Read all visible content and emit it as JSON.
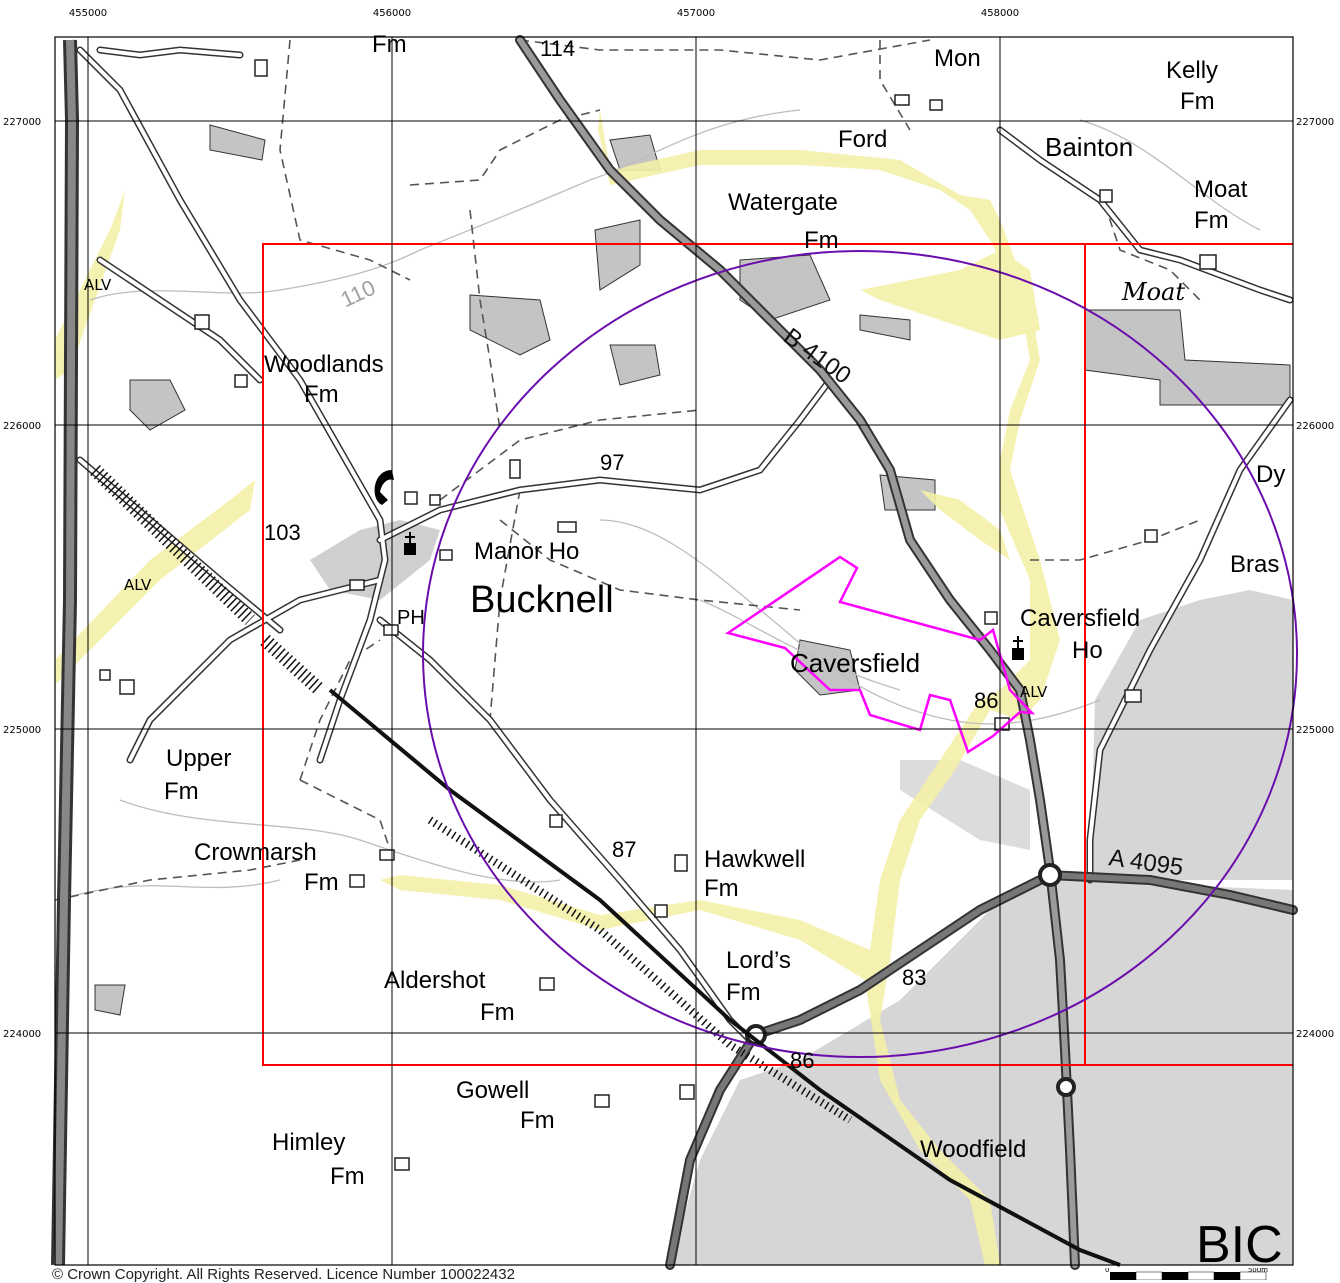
{
  "grid": {
    "eastings": [
      "455000",
      "456000",
      "457000",
      "458000"
    ],
    "northings": [
      "227000",
      "226000",
      "225000",
      "224000"
    ]
  },
  "places": {
    "bucknell": "Bucknell",
    "caversfield": "Caversfield",
    "bainton": "Bainton",
    "woodlands_1": "Woodlands",
    "woodlands_2": "Fm",
    "upper_1": "Upper",
    "upper_2": "Fm",
    "crowmarsh_1": "Crowmarsh",
    "crowmarsh_2": "Fm",
    "aldershot_1": "Aldershot",
    "aldershot_2": "Fm",
    "gowell_1": "Gowell",
    "gowell_2": "Fm",
    "himley_1": "Himley",
    "himley_2": "Fm",
    "hawkwell_1": "Hawkwell",
    "hawkwell_2": "Fm",
    "lords_1": "Lord’s",
    "lords_2": "Fm",
    "watergate_1": "Watergate",
    "watergate_2": "Fm",
    "ford": "Ford",
    "mon": "Mon",
    "fm_top": "Fm",
    "kelly_1": "Kelly",
    "kelly_2": "Fm",
    "moat_fm_1": "Moat",
    "moat_fm_2": "Fm",
    "moat": "Moat",
    "manor_ho": "Manor Ho",
    "ph": "PH",
    "caversfield_ho_1": "Caversfield",
    "caversfield_ho_2": "Ho",
    "woodfield": "Woodfield",
    "dy": "Dy",
    "bras": "Bras",
    "bic": "BIC"
  },
  "spot_heights": {
    "h114": "114",
    "h110": "110",
    "h103": "103",
    "h97": "97",
    "h87": "87",
    "h86a": "86",
    "h86b": "86",
    "h83": "83"
  },
  "roads": {
    "b4100": "B 4100",
    "a4095": "A 4095"
  },
  "labels": {
    "alv": "ALV"
  },
  "copyright": "© Crown Copyright. All Rights Reserved. Licence Number 100022432",
  "scale": {
    "start": "0",
    "end": "500m"
  },
  "colors": {
    "study_area": "#ff0000",
    "buffer_ring": "#6a0dad",
    "site_boundary": "#ff00ff",
    "alv_zone": "#f4f0a8",
    "woodland": "#c8c8c8",
    "urban": "#d4d4d4"
  }
}
